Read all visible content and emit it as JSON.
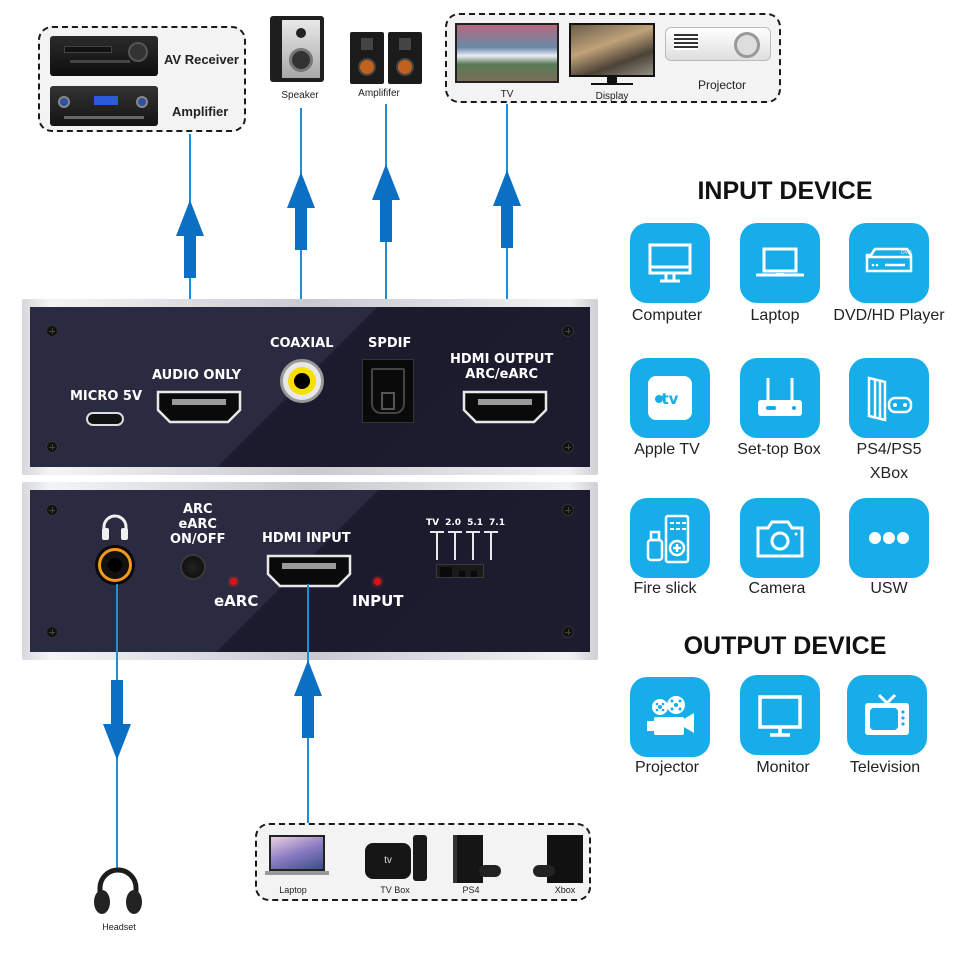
{
  "top_outputs": {
    "audio_group": [
      {
        "icon": "av-receiver-icon",
        "label": "AV Receiver"
      },
      {
        "icon": "amplifier-icon",
        "label": "Amplifier"
      }
    ],
    "speaker": {
      "icon": "speaker-icon",
      "label": "Speaker"
    },
    "amplifier_speakers": {
      "icon": "bookshelf-speakers-icon",
      "label": "Amplififer"
    },
    "display_group": [
      {
        "icon": "tv-icon",
        "label": "TV"
      },
      {
        "icon": "display-icon",
        "label": "Display"
      },
      {
        "icon": "projector-icon",
        "label": "Projector"
      }
    ]
  },
  "front_panel": {
    "micro_5v": "MICRO 5V",
    "audio_only": "AUDIO ONLY",
    "coaxial": "COAXIAL",
    "spdif": "SPDIF",
    "hdmi_output_line1": "HDMI OUTPUT",
    "hdmi_output_line2": "ARC/eARC"
  },
  "back_panel": {
    "arc_line1": "ARC",
    "arc_line2": "eARC",
    "arc_line3": "ON/OFF",
    "earc_led": "eARC",
    "hdmi_input": "HDMI INPUT",
    "input_led": "INPUT",
    "switch_positions": [
      "TV",
      "2.0",
      "5.1",
      "7.1"
    ]
  },
  "bottom_inputs": [
    {
      "icon": "laptop-icon",
      "label": "Laptop"
    },
    {
      "icon": "tv-box-icon",
      "label": "TV Box"
    },
    {
      "icon": "ps4-icon",
      "label": "PS4"
    },
    {
      "icon": "xbox-icon",
      "label": "Xbox"
    }
  ],
  "headset": {
    "icon": "headset-icon",
    "label": "Headset"
  },
  "input_device": {
    "title": "INPUT DEVICE",
    "items": [
      {
        "icon": "computer-icon",
        "label": "Computer"
      },
      {
        "icon": "laptop-icon",
        "label": "Laptop"
      },
      {
        "icon": "dvd-player-icon",
        "label": "DVD/HD Player"
      },
      {
        "icon": "apple-tv-icon",
        "label": "Apple TV"
      },
      {
        "icon": "set-top-box-icon",
        "label": "Set-top Box"
      },
      {
        "icon": "game-console-icon",
        "label": "PS4/PS5",
        "label2": "XBox"
      },
      {
        "icon": "fire-stick-icon",
        "label": "Fire slick"
      },
      {
        "icon": "camera-icon",
        "label": "Camera"
      },
      {
        "icon": "more-icon",
        "label": "USW"
      }
    ]
  },
  "output_device": {
    "title": "OUTPUT DEVICE",
    "items": [
      {
        "icon": "film-projector-icon",
        "label": "Projector"
      },
      {
        "icon": "monitor-icon",
        "label": "Monitor"
      },
      {
        "icon": "television-icon",
        "label": "Television"
      }
    ]
  },
  "colors": {
    "tile_blue": "#17ade8",
    "arrow_blue": "#0b6fc4",
    "line_blue": "#1a8fd6",
    "panel_dark": "#1c1c2e",
    "led_red": "#e01010",
    "coax_yellow": "#f5e000",
    "headphone_jack_orange": "#f39a1c"
  }
}
